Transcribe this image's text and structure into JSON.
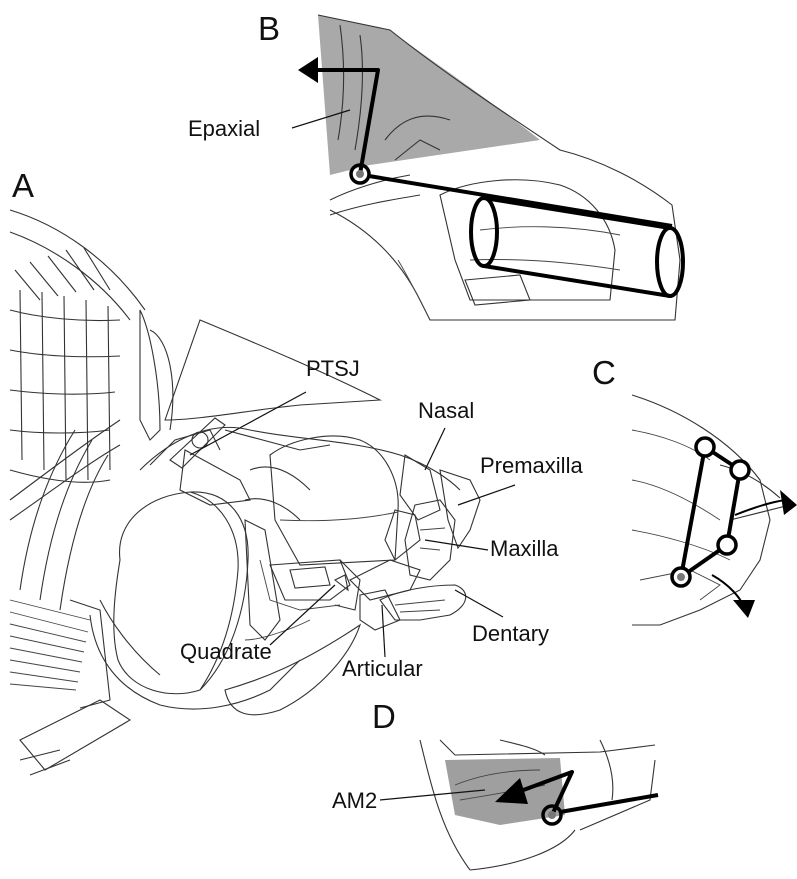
{
  "panels": {
    "A": "A",
    "B": "B",
    "C": "C",
    "D": "D"
  },
  "labels": {
    "epaxial": "Epaxial",
    "ptsj": "PTSJ",
    "nasal": "Nasal",
    "premaxilla": "Premaxilla",
    "maxilla": "Maxilla",
    "dentary": "Dentary",
    "articular": "Articular",
    "quadrate": "Quadrate",
    "am2": "AM2"
  },
  "colors": {
    "line": "#333333",
    "muscle_shade": "#9a9a9a",
    "mechanism": "#000000"
  }
}
